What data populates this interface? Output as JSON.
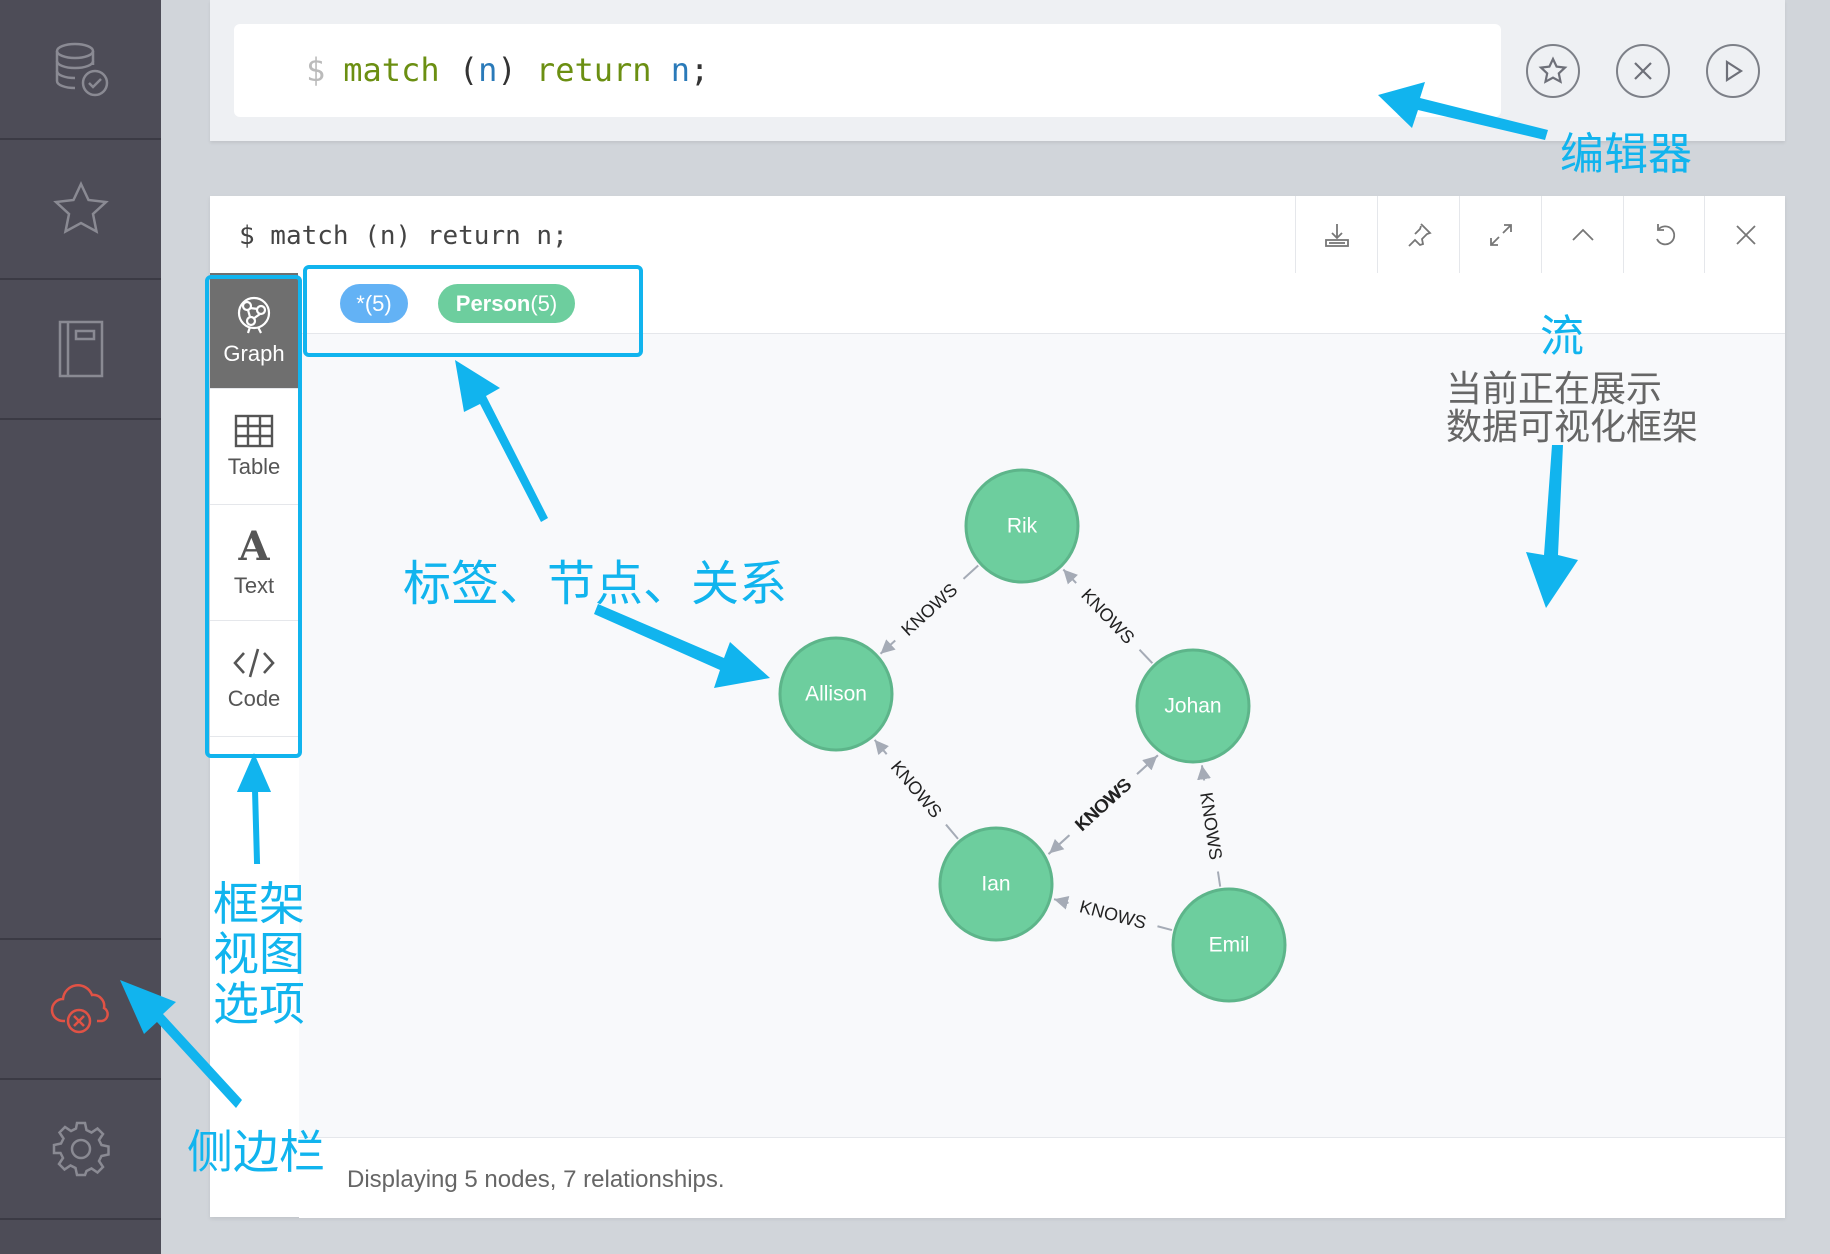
{
  "sidebar": {
    "items": [
      {
        "name": "database",
        "icon": "database-check-icon"
      },
      {
        "name": "favorites",
        "icon": "star-icon"
      },
      {
        "name": "documents",
        "icon": "book-icon"
      },
      {
        "name": "cloud-status",
        "icon": "cloud-disconnected-icon"
      },
      {
        "name": "settings",
        "icon": "gear-icon"
      }
    ]
  },
  "editor": {
    "prompt": "$",
    "query_tokens": [
      "match",
      "(",
      "n",
      ")",
      "return",
      "n",
      ";"
    ],
    "buttons": [
      "star-icon",
      "close-icon",
      "play-icon"
    ]
  },
  "frame": {
    "query": "$ match (n) return n;",
    "header_buttons": [
      "download-icon",
      "pin-icon",
      "expand-icon",
      "collapse-icon",
      "refresh-icon",
      "close-icon"
    ],
    "tabs": [
      {
        "label": "Graph",
        "icon": "graph-icon",
        "active": true
      },
      {
        "label": "Table",
        "icon": "table-icon",
        "active": false
      },
      {
        "label": "Text",
        "icon": "text-icon",
        "active": false
      },
      {
        "label": "Code",
        "icon": "code-icon",
        "active": false
      }
    ],
    "labels": {
      "all": {
        "text": "*",
        "count": "(5)",
        "color": "#63b2f5"
      },
      "person": {
        "text": "Person",
        "count": "(5)",
        "color": "#6dce9e"
      }
    },
    "status": "Displaying 5 nodes, 7 relationships."
  },
  "graph": {
    "node_color": "#6dce9e",
    "node_border": "#5db58a",
    "edge_color": "#a5abb6",
    "nodes": [
      {
        "id": "rik",
        "label": "Rik"
      },
      {
        "id": "allison",
        "label": "Allison"
      },
      {
        "id": "johan",
        "label": "Johan"
      },
      {
        "id": "ian",
        "label": "Ian"
      },
      {
        "id": "emil",
        "label": "Emil"
      }
    ],
    "relationships": [
      {
        "from": "rik",
        "to": "allison",
        "type": "KNOWS"
      },
      {
        "from": "johan",
        "to": "rik",
        "type": "KNOWS"
      },
      {
        "from": "ian",
        "to": "allison",
        "type": "KNOWS"
      },
      {
        "from": "johan",
        "to": "ian",
        "type": "KNOWS"
      },
      {
        "from": "ian",
        "to": "johan",
        "type": "KNOWS"
      },
      {
        "from": "emil",
        "to": "johan",
        "type": "KNOWS"
      },
      {
        "from": "emil",
        "to": "ian",
        "type": "KNOWS"
      }
    ]
  },
  "annotations": {
    "color": "#11b4ee",
    "editor": "编辑器",
    "stream_title": "流",
    "stream_desc_1": "当前正在展示",
    "stream_desc_2": "数据可视化框架",
    "labels_nodes_rels": "标签、节点、关系",
    "frame_view_1": "框架",
    "frame_view_2": "视图",
    "frame_view_3": "选项",
    "sidebar": "侧边栏"
  }
}
